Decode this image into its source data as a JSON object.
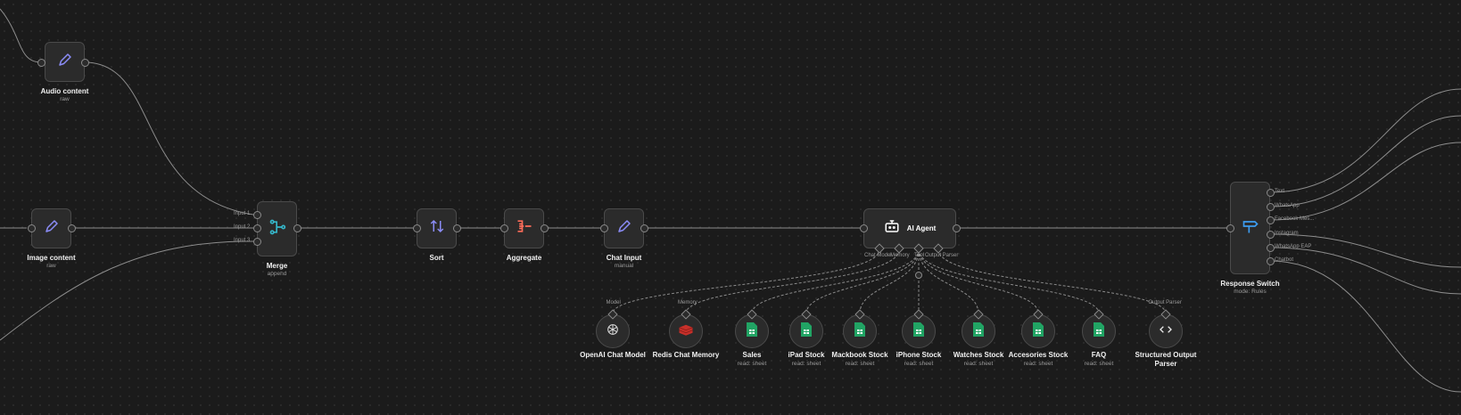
{
  "nodes": {
    "audio": {
      "label": "Audio content",
      "sub": "raw"
    },
    "image": {
      "label": "Image content",
      "sub": "raw"
    },
    "merge": {
      "label": "Merge",
      "sub": "append",
      "inputs": [
        "Input 1",
        "Input 2",
        "Input 3"
      ]
    },
    "sort": {
      "label": "Sort"
    },
    "aggregate": {
      "label": "Aggregate"
    },
    "chat_input": {
      "label": "Chat Input",
      "sub": "manual"
    },
    "agent": {
      "label": "AI Agent",
      "ports": [
        "Chat Model",
        "Memory",
        "Tool",
        "Output Parser"
      ]
    },
    "switch": {
      "label": "Response Switch",
      "sub": "mode: Rules",
      "outputs": [
        "Text",
        "WhatsApp",
        "Facebook Mes...",
        "Instagram",
        "WhatsApp EAP",
        "Chatbot"
      ]
    }
  },
  "sub_nodes": [
    {
      "label": "OpenAI Chat Model",
      "sub": "",
      "port": "Model",
      "icon": "openai"
    },
    {
      "label": "Redis Chat Memory",
      "sub": "",
      "port": "Memory",
      "icon": "redis"
    },
    {
      "label": "Sales",
      "sub": "read: sheet",
      "icon": "sheets"
    },
    {
      "label": "iPad Stock",
      "sub": "read: sheet",
      "icon": "sheets"
    },
    {
      "label": "Mackbook Stock",
      "sub": "read: sheet",
      "icon": "sheets"
    },
    {
      "label": "iPhone Stock",
      "sub": "read: sheet",
      "icon": "sheets"
    },
    {
      "label": "Watches Stock",
      "sub": "read: sheet",
      "icon": "sheets"
    },
    {
      "label": "Accesories Stock",
      "sub": "read: sheet",
      "icon": "sheets"
    },
    {
      "label": "FAQ",
      "sub": "read: sheet",
      "icon": "sheets"
    },
    {
      "label": "Structured Output Parser",
      "sub": "",
      "port": "Output Parser",
      "icon": "code"
    }
  ],
  "colors": {
    "accent_edit": "#8b8cf6",
    "merge": "#35b6c9",
    "aggregate": "#ff6d5a",
    "switch": "#3d9cf0",
    "sheets": "#21a464"
  }
}
